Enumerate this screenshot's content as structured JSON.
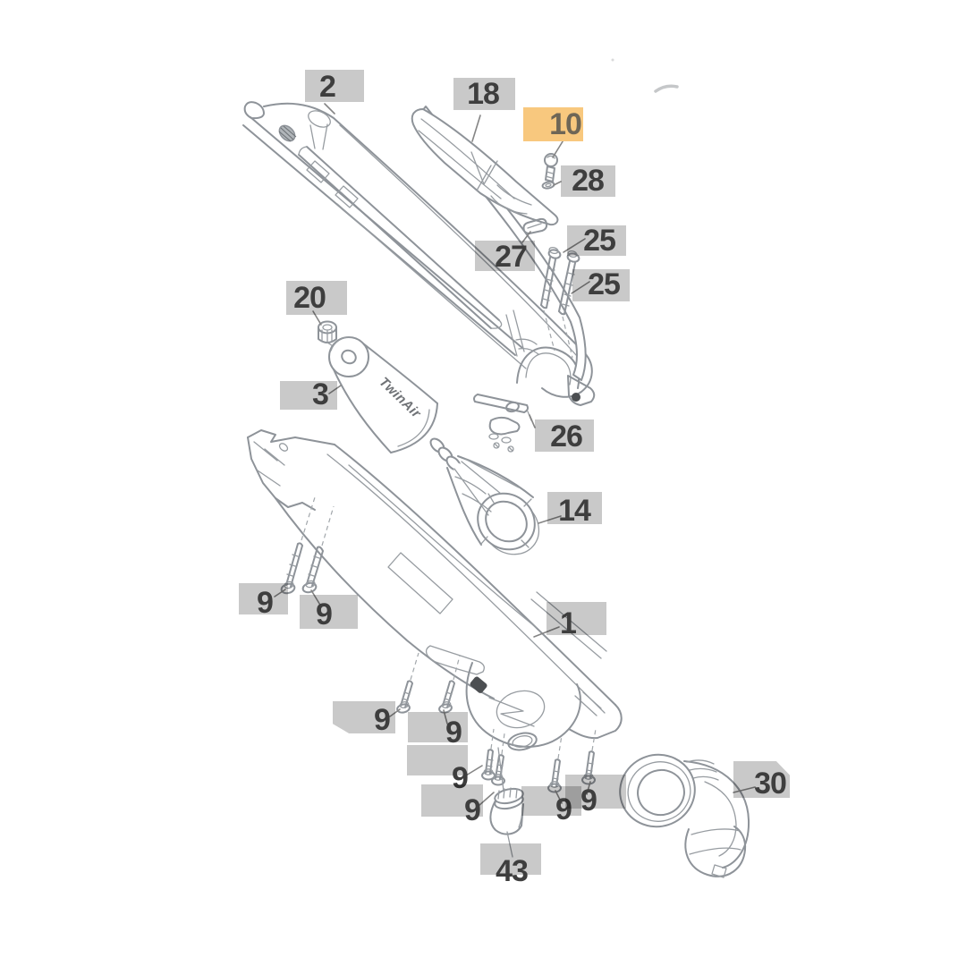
{
  "diagram": {
    "kind": "exploded-parts-diagram",
    "subject": "airbox-assembly",
    "brand_text": "TwinAir",
    "highlighted_part": "10",
    "colors": {
      "label_box": "#c9c9c9",
      "highlight_box": "#f8c87e",
      "label_text": "#3e3e3e",
      "line_art": "#8e9399",
      "leader_line": "#858585"
    }
  },
  "callouts": [
    {
      "id": "part-2",
      "label": "2",
      "highlighted": false
    },
    {
      "id": "part-18",
      "label": "18",
      "highlighted": false
    },
    {
      "id": "part-10",
      "label": "10",
      "highlighted": true
    },
    {
      "id": "part-28",
      "label": "28",
      "highlighted": false
    },
    {
      "id": "part-27",
      "label": "27",
      "highlighted": false
    },
    {
      "id": "part-25a",
      "label": "25",
      "highlighted": false
    },
    {
      "id": "part-25b",
      "label": "25",
      "highlighted": false
    },
    {
      "id": "part-20",
      "label": "20",
      "highlighted": false
    },
    {
      "id": "part-3",
      "label": "3",
      "highlighted": false
    },
    {
      "id": "part-26",
      "label": "26",
      "highlighted": false
    },
    {
      "id": "part-14",
      "label": "14",
      "highlighted": false
    },
    {
      "id": "part-1",
      "label": "1",
      "highlighted": false
    },
    {
      "id": "part-9-1",
      "label": "9",
      "highlighted": false
    },
    {
      "id": "part-9-2",
      "label": "9",
      "highlighted": false
    },
    {
      "id": "part-9-3",
      "label": "9",
      "highlighted": false
    },
    {
      "id": "part-9-4",
      "label": "9",
      "highlighted": false
    },
    {
      "id": "part-9-5",
      "label": "9",
      "highlighted": false
    },
    {
      "id": "part-9-6",
      "label": "9",
      "highlighted": false
    },
    {
      "id": "part-9-7",
      "label": "9",
      "highlighted": false
    },
    {
      "id": "part-9-8",
      "label": "9",
      "highlighted": false
    },
    {
      "id": "part-43",
      "label": "43",
      "highlighted": false
    },
    {
      "id": "part-30",
      "label": "30",
      "highlighted": false
    }
  ]
}
